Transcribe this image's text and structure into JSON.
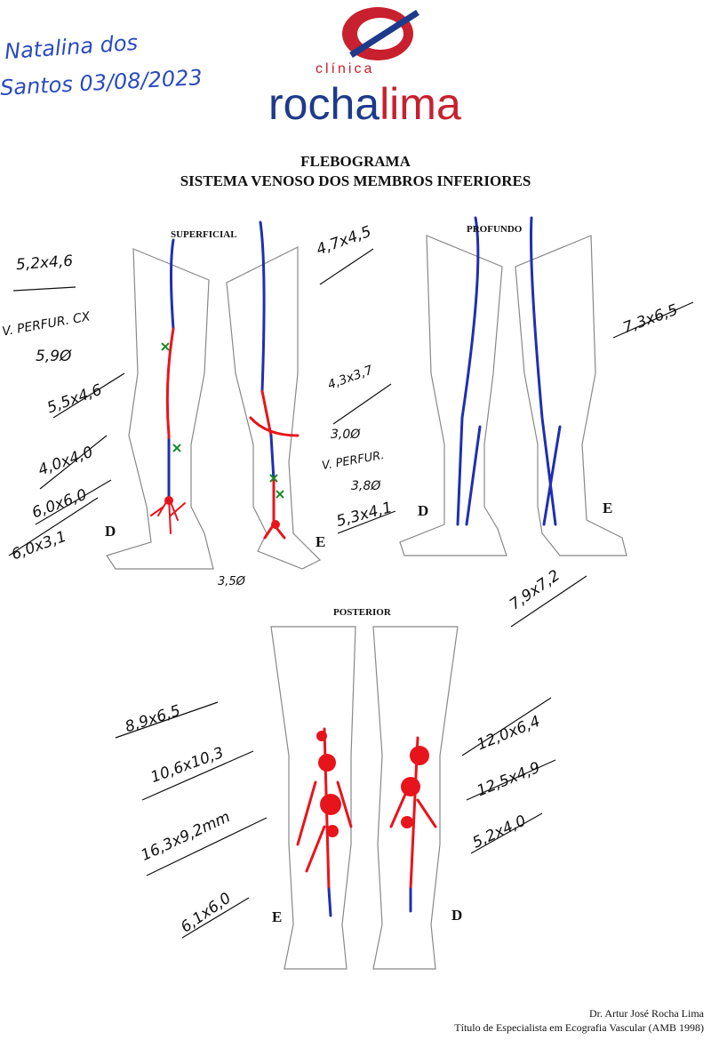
{
  "patient": {
    "name_line1": "Natalina dos",
    "name_line2": "Santos 03/08/2023"
  },
  "logo": {
    "small": "clínica",
    "brand_part1": "rocha",
    "brand_part2": "lima"
  },
  "title": {
    "line1": "FLEBOGRAMA",
    "line2": "SISTEMA VENOSO DOS MEMBROS INFERIORES"
  },
  "sections": {
    "superficial": "SUPERFICIAL",
    "profundo": "PROFUNDO",
    "posterior": "POSTERIOR"
  },
  "side_labels": {
    "sup_right": "D",
    "sup_left": "E",
    "prof_right": "D",
    "prof_left": "E",
    "post_left": "E",
    "post_right": "D"
  },
  "measurements": {
    "superficial_right": [
      "5,2x4,6",
      "V. PERFUR. CX",
      "5,9Ø",
      "5,5x4,6",
      "4,0x4,0",
      "6,0x6,0",
      "6,0x3,1",
      "3,5Ø"
    ],
    "superficial_left": [
      "4,7x4,5",
      "4,3x3,7",
      "3,0Ø",
      "V. PERFUR.",
      "3,8Ø",
      "5,3x4,1"
    ],
    "profundo": [
      "7,3x6,5",
      "7,9x7,2"
    ],
    "posterior_left": [
      "8,9x6,5",
      "10,6x10,3",
      "16,3x9,2mm",
      "6,1x6,0"
    ],
    "posterior_right": [
      "12,0x6,4",
      "12,5x4,9",
      "5,2x4,0"
    ]
  },
  "footer": {
    "doctor": "Dr. Artur José Rocha Lima",
    "title": "Título de Especialista em Ecografia Vascular (AMB 1998)"
  },
  "colors": {
    "reflux": "#e8141c",
    "normal": "#1f2fb0",
    "perforator": "#1a8a2a",
    "logo_blue": "#1e3a8a",
    "logo_red": "#c8202e"
  }
}
